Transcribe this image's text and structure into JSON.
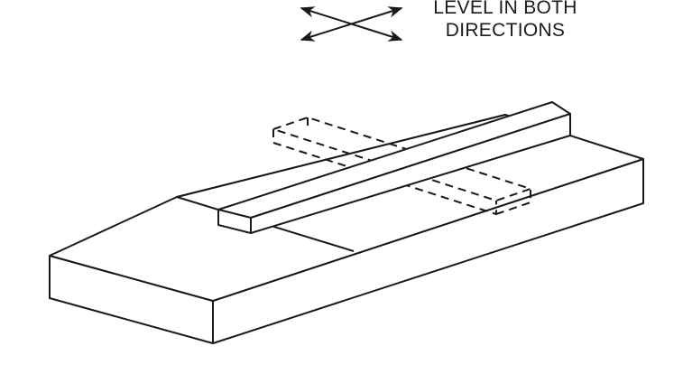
{
  "label": {
    "line1": "LEVEL IN BOTH",
    "line2": "DIRECTIONS"
  },
  "colors": {
    "stroke": "#1a1a1a",
    "fill": "#ffffff"
  },
  "icons": {
    "direction_indicator": "crossed-double-arrow"
  }
}
